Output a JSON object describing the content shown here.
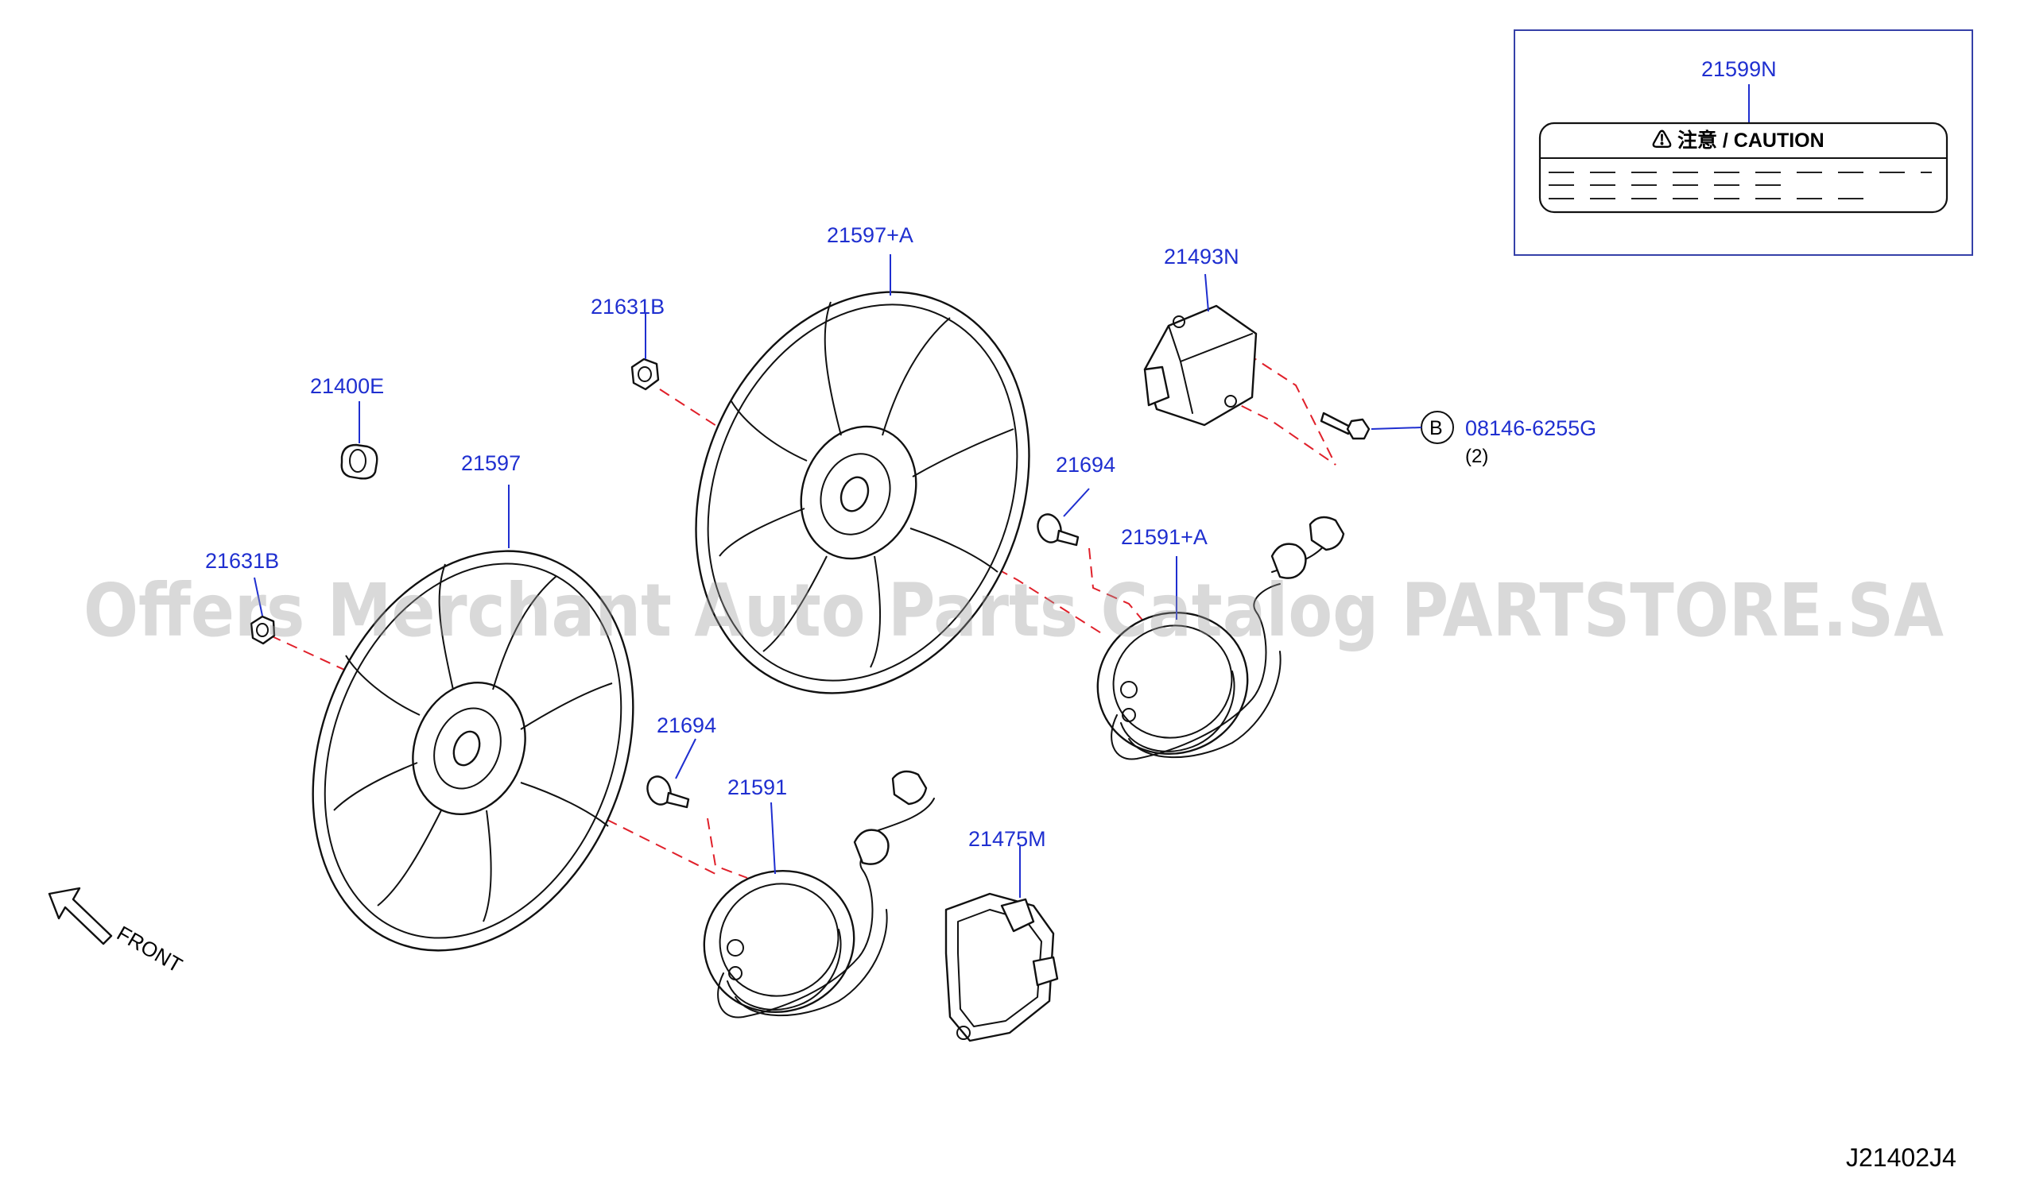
{
  "diagram_code": "J21402J4",
  "watermark": "Offers Merchant Auto Parts Catalog PARTSTORE.SA",
  "front_label": "FRONT",
  "caution_box": {
    "part_number": "21599N",
    "caution_text": "⚠ 注意 / CAUTION"
  },
  "parts": {
    "p21597a": "21597+A",
    "p21631b_top": "21631B",
    "p21400e": "21400E",
    "p21597": "21597",
    "p21631b_left": "21631B",
    "p21493n": "21493N",
    "p08146": "08146-6255G",
    "p08146_qty": "(2)",
    "p08146_callout": "B",
    "p21694_top": "21694",
    "p21591a": "21591+A",
    "p21694_bottom": "21694",
    "p21591": "21591",
    "p21475m": "21475M"
  },
  "colors": {
    "label": "#1f2fd0",
    "dash_line": "#e0202a",
    "line": "#111111",
    "watermark": "#9a9a9a"
  }
}
